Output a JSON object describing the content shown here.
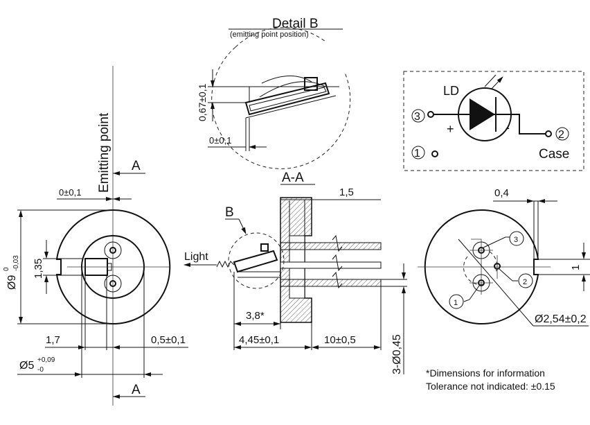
{
  "detail_b": {
    "title": "Detail B",
    "subtitle": "(emitting point position)",
    "dim_height": "0,67±0,1",
    "dim_offset": "0±0,1"
  },
  "schematic": {
    "component": "LD",
    "pin3": "3",
    "pin1": "1",
    "pin2": "2",
    "case_label": "Case",
    "plus": "+",
    "minus": "-"
  },
  "front_view": {
    "emitting_point_label": "Emitting point",
    "section_mark_top": "A",
    "section_mark_bottom": "A",
    "dim_emitting_offset": "0±0,1",
    "dim_outer_diameter": "Ø9",
    "dim_outer_tol_upper": "0",
    "dim_outer_tol_lower": "-0,03",
    "dim_notch": "1,35",
    "dim_1_7": "1,7",
    "dim_0_5": "0,5±0,1",
    "dim_inner_diameter": "Ø5",
    "dim_inner_tol_upper": "+0,09",
    "dim_inner_tol_lower": "-0"
  },
  "section_view": {
    "title": "A-A",
    "detail_callout": "B",
    "light_label": "Light",
    "dim_1_5": "1,5",
    "dim_3_8": "3,8*",
    "dim_4_45": "4,45±0,1",
    "dim_10": "10±0,5",
    "dim_pins": "3-Ø0,45"
  },
  "rear_view": {
    "dim_0_4": "0,4",
    "dim_1": "1",
    "dim_pitch": "Ø2,54±0,2",
    "pin_labels": [
      "1",
      "2",
      "3"
    ]
  },
  "notes": [
    "*Dimensions for information",
    "Tolerance not indicated: ±0.15"
  ]
}
